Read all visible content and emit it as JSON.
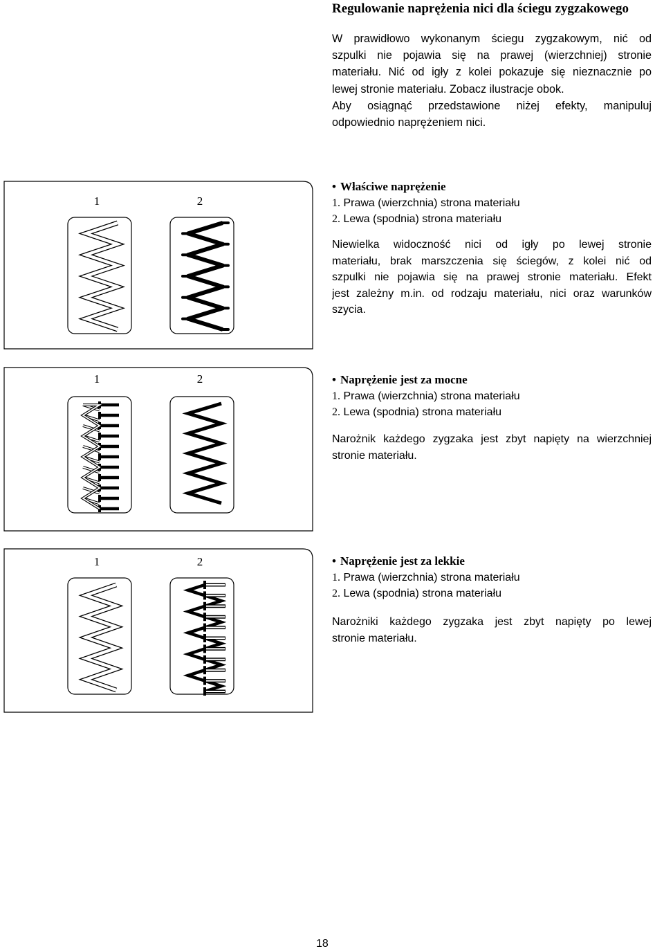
{
  "title": "Regulowanie naprężenia nici dla ściegu zygzakowego",
  "intro_lines": [
    "W prawidłowo wykonanym ściegu zygzakowym, nić od",
    "szpulki nie pojawia się na prawej (wierzchniej) stronie",
    "materiału. Nić od igły z kolei pokazuje się nieznacznie po",
    "lewej stronie materiału. Zobacz ilustracje obok.",
    "Aby osiągnąć przedstawione niżej efekty, manipuluj",
    "odpowiednio naprężeniem nici."
  ],
  "sections": [
    {
      "heading": "Właściwe naprężenie",
      "items": [
        {
          "num": "1.",
          "text": "Prawa (wierzchnia) strona materiału"
        },
        {
          "num": "2.",
          "text": "Lewa (spodnia) strona materiału"
        }
      ],
      "desc_lines": [
        "Niewielka widoczność nici od igły po lewej stronie",
        "materiału, brak marszczenia się ściegów, z kolei nić od",
        "szpulki nie pojawia się na prawej stronie materiału. Efekt",
        "jest zależny m.in. od rodzaju materiału, nici oraz warunków",
        "szycia."
      ],
      "figure_labels": [
        "1",
        "2"
      ]
    },
    {
      "heading": "Naprężenie jest za mocne",
      "items": [
        {
          "num": "1.",
          "text": "Prawa (wierzchnia) strona materiału"
        },
        {
          "num": "2.",
          "text": "Lewa (spodnia) strona materiału"
        }
      ],
      "desc_lines": [
        "Narożnik każdego zygzaka jest zbyt napięty na wierzchniej",
        "stronie materiału."
      ],
      "figure_labels": [
        "1",
        "2"
      ]
    },
    {
      "heading": "Naprężenie jest za lekkie",
      "items": [
        {
          "num": "1.",
          "text": "Prawa (wierzchnia) strona materiału"
        },
        {
          "num": "2.",
          "text": "Lewa (spodnia) strona materiału"
        }
      ],
      "desc_lines": [
        "Narożniki każdego zygzaka jest zbyt napięty po lewej",
        "stronie materiału."
      ],
      "figure_labels": [
        "1",
        "2"
      ]
    }
  ],
  "page_number": "18"
}
